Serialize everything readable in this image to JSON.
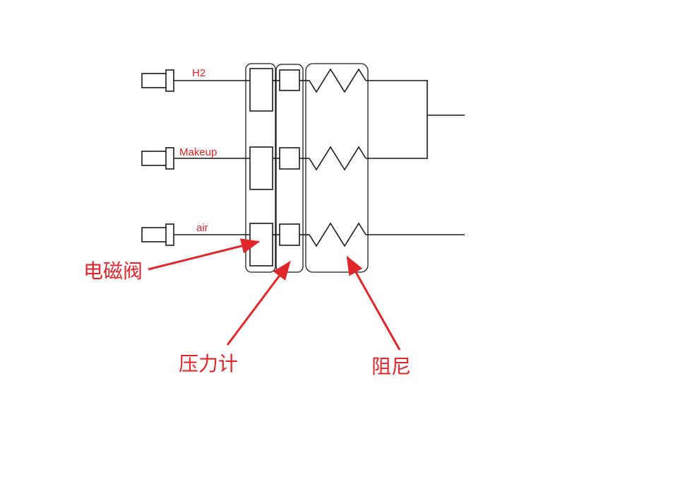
{
  "colors": {
    "line": "#1a1a1a",
    "annotation": "#e0262b"
  },
  "gas_lines": [
    {
      "label": "H2"
    },
    {
      "label": "Makeup"
    },
    {
      "label": "air"
    }
  ],
  "annotations": {
    "solenoid_valve": "电磁阀",
    "pressure_gauge": "压力计",
    "damper": "阻尼"
  },
  "icons": {
    "inlet": "gas-inlet-connector-icon",
    "resistor": "damping-resistor-icon",
    "arrow": "pointer-arrow-icon"
  }
}
